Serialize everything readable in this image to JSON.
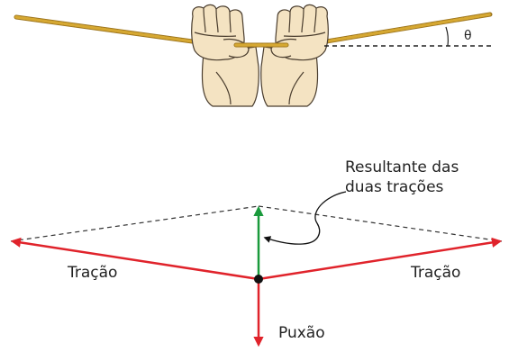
{
  "labels": {
    "theta": "θ",
    "resultant_line1": "Resultante das",
    "resultant_line2": "duas trações",
    "left_tension": "Tração",
    "right_tension": "Tração",
    "pull": "Puxão"
  },
  "colors": {
    "rope": "#d6a832",
    "rope_dark": "#9c741c",
    "skin": "#f4e3c2",
    "skin_outline": "#4a3d2e",
    "tension": "#e0232b",
    "resultant": "#1a9a3c",
    "dashed": "#333333",
    "point": "#111111"
  }
}
